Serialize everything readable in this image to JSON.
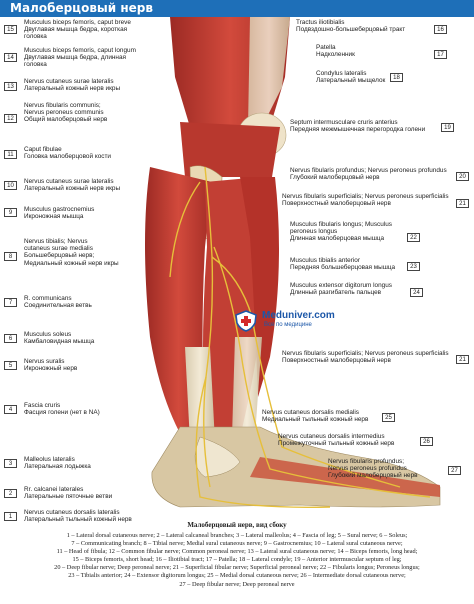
{
  "header": {
    "title": "Малоберцовый нерв"
  },
  "logo": {
    "brand": "Meduniver.com",
    "sub": "Все по медицине"
  },
  "colors": {
    "header_bg": "#1e6fb8",
    "muscle": "#c0362e",
    "tendon": "#e8dcc2",
    "nerve": "#e8c447",
    "bone": "#efe6d0"
  },
  "left_labels": [
    {
      "n": "15",
      "lat": "Musculus biceps femoris, caput breve",
      "ru1": "Двуглавая мышца бедра, короткая",
      "ru2": "головка"
    },
    {
      "n": "14",
      "lat": "Musculus biceps femoris, caput longum",
      "ru1": "Двуглавая мышца бедра, длинная",
      "ru2": "головка"
    },
    {
      "n": "13",
      "lat": "Nervus cutaneus surae lateralis",
      "ru1": "Латеральный кожный нерв икры",
      "ru2": ""
    },
    {
      "n": "12",
      "lat": "Nervus fibularis communis;",
      "lat2": "Nervus peroneus communis",
      "ru1": "Общий малоберцовый нерв",
      "ru2": ""
    },
    {
      "n": "11",
      "lat": "Caput fibulae",
      "ru1": "Головка малоберцовой кости",
      "ru2": ""
    },
    {
      "n": "10",
      "lat": "Nervus cutaneus surae lateralis",
      "ru1": "Латеральный кожный нерв икры",
      "ru2": ""
    },
    {
      "n": "9",
      "lat": "Musculus gastrocnemius",
      "ru1": "Икроножная мышца",
      "ru2": ""
    },
    {
      "n": "8",
      "lat": "Nervus tibialis; Nervus",
      "lat2": "cutaneus surae medialis",
      "ru1": "Большеберцовый нерв;",
      "ru2": "Медиальный кожный нерв икры"
    },
    {
      "n": "7",
      "lat": "R. communicans",
      "ru1": "Соединительная ветвь",
      "ru2": ""
    },
    {
      "n": "6",
      "lat": "Musculus soleus",
      "ru1": "Камбаловидная мышца",
      "ru2": ""
    },
    {
      "n": "5",
      "lat": "Nervus suralis",
      "ru1": "Икроножный нерв",
      "ru2": ""
    },
    {
      "n": "4",
      "lat": "Fascia cruris",
      "ru1": "Фасция голени (нет в NA)",
      "ru2": ""
    },
    {
      "n": "3",
      "lat": "Malleolus lateralis",
      "ru1": "Латеральная лодыжка",
      "ru2": ""
    },
    {
      "n": "2",
      "lat": "Rr. calcanei laterales",
      "ru1": "Латеральные пяточные ветви",
      "ru2": ""
    },
    {
      "n": "1",
      "lat": "Nervus cutaneus dorsalis lateralis",
      "ru1": "Латеральный тыльный кожный нерв",
      "ru2": ""
    }
  ],
  "right_labels": [
    {
      "n": "16",
      "lat": "Tractus iliotibialis",
      "ru1": "Подвздошно-большеберцовый тракт",
      "ru2": ""
    },
    {
      "n": "17",
      "lat": "Patella",
      "ru1": "Надколенник",
      "ru2": ""
    },
    {
      "n": "18",
      "lat": "Condylus lateralis",
      "ru1": "Латеральный мыщелок",
      "ru2": ""
    },
    {
      "n": "19",
      "lat": "Septum intermusculare cruris anterius",
      "ru1": "Передняя межмышечная перегородка голени",
      "ru2": ""
    },
    {
      "n": "20",
      "lat": "Nervus fibularis profundus; Nervus peroneus profundus",
      "ru1": "Глубокий малоберцовый нерв",
      "ru2": ""
    },
    {
      "n": "21",
      "lat": "Nervus fibularis superficialis; Nervus peroneus superficialis",
      "ru1": "Поверхностный малоберцовый нерв",
      "ru2": ""
    },
    {
      "n": "22",
      "lat": "Musculus fibularis longus; Musculus",
      "lat2": "peroneus longus",
      "ru1": "Длинная малоберцовая мышца",
      "ru2": ""
    },
    {
      "n": "23",
      "lat": "Musculus tibialis anterior",
      "ru1": "Передняя большеберцовая мышца",
      "ru2": ""
    },
    {
      "n": "24",
      "lat": "Musculus extensor digitorum longus",
      "ru1": "Длинный разгибатель пальцев",
      "ru2": ""
    },
    {
      "n": "21",
      "lat": "Nervus fibularis superficialis; Nervus peroneus superficialis",
      "ru1": "Поверхностный малоберцовый нерв",
      "ru2": ""
    },
    {
      "n": "25",
      "lat": "Nervus cutaneus dorsalis medialis",
      "ru1": "Медиальный тыльный кожный нерв",
      "ru2": ""
    },
    {
      "n": "26",
      "lat": "Nervus cutaneus dorsalis intermedius",
      "ru1": "Промежуточный тыльный кожный нерв",
      "ru2": ""
    },
    {
      "n": "27",
      "lat": "Nervus fibularis profundus;",
      "lat2": "Nervus peroneus profundus",
      "ru1": "Глубокий малоберцовый нерв",
      "ru2": ""
    }
  ],
  "caption": {
    "title": "Малоберцовый нерв, вид сбоку",
    "lines": [
      "1 – Lateral dorsal cutaneous nerve; 2 – Lateral calcaneal branches; 3 – Lateral malleolus; 4 – Fascia of leg; 5 – Sural nerve; 6 – Soleus;",
      "7 – Communicating branch; 8 – Tibial nerve; Medial sural cutaneous nerve; 9 – Gastrocnemius; 10 – Lateral sural cutaneous nerve;",
      "11 – Head of fibula; 12 – Common fibular nerve; Common peroneal nerve; 13 – Lateral sural cutaneous nerve; 14 – Biceps femoris, long head;",
      "15 – Biceps femoris, short head; 16 – Iliotibial tract; 17 – Patella; 18 – Lateral condyle; 19 – Anterior intermuscular septum of leg;",
      "20 – Deep fibular nerve; Deep peroneal nerve; 21 – Superficial fibular nerve; Superficial peroneal nerve; 22 – Fibularis longus; Peroneus longus;",
      "23 – Tibialis anterior; 24 – Extensor digitorum longus; 25 – Medial dorsal cutaneous nerve; 26 – Intermediate dorsal cutaneous nerve;",
      "27 – Deep fibular nerve; Deep peroneal nerve"
    ]
  }
}
